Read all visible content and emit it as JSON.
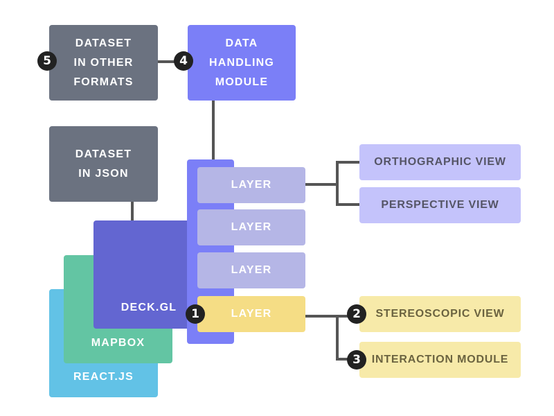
{
  "colors": {
    "dataset": "#6b7280",
    "data_handling": "#7b7ff7",
    "deck_gl": "#6366d1",
    "mapbox": "#63c5a3",
    "react": "#62c2e6",
    "layer_panel": "#7b7ff7",
    "layer": "#b5b6e6",
    "active_layer": "#f5dd85",
    "view": "#c4c3fb",
    "yellow_item": "#f7eaa9",
    "connector": "#555555",
    "badge": "#222222"
  },
  "nodes": {
    "dataset_other": "DATASET\nIN OTHER\nFORMATS",
    "data_handling": "DATA\nHANDLING\nMODULE",
    "dataset_json": "DATASET\nIN JSON",
    "deck_gl": "DECK.GL",
    "mapbox": "MAPBOX",
    "react": "REACT.JS",
    "layers": [
      "LAYER",
      "LAYER",
      "LAYER",
      "LAYER"
    ],
    "orthographic": "ORTHOGRAPHIC VIEW",
    "perspective": "PERSPECTIVE VIEW",
    "stereoscopic": "STEREOSCOPIC VIEW",
    "interaction": "INTERACTION MODULE"
  },
  "badges": [
    "1",
    "2",
    "3",
    "4",
    "5"
  ]
}
